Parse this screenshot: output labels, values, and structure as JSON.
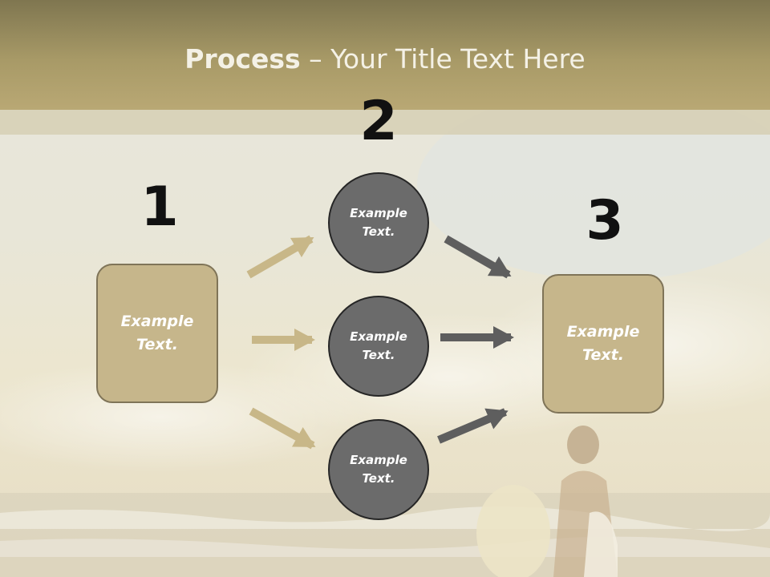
{
  "title": {
    "bold": "Process",
    "rest": " – Your Title Text Here"
  },
  "steps": [
    {
      "number": "1",
      "label": "Example Text."
    },
    {
      "number": "2",
      "label": ""
    },
    {
      "number": "3",
      "label": "Example Text."
    }
  ],
  "circles": [
    {
      "label": "Example Text."
    },
    {
      "label": "Example Text."
    },
    {
      "label": "Example Text."
    }
  ],
  "colors": {
    "header": "#b3a46f",
    "box_fill": "#c6b68b",
    "box_border": "#7f7458",
    "circle_fill": "#6b6b6b",
    "circle_border": "#262626",
    "arrow_light": "#c8b788",
    "arrow_dark": "#5e5e5e"
  }
}
